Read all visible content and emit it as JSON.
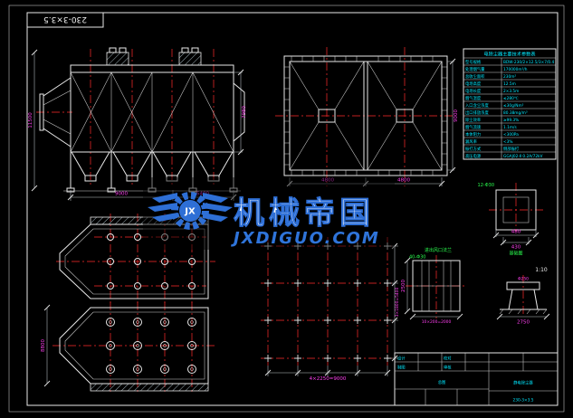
{
  "frame": {
    "corner_label": "230-3×3.5"
  },
  "watermark": {
    "brand": "机械帝国",
    "site": "JXDIGUO.COM",
    "logo_text": "JX"
  },
  "param_table": {
    "title": "电除尘器主要技术参数表",
    "rows": [
      {
        "label": "型号规格",
        "value": "BDW-230/2×12.5/3×7/0.4"
      },
      {
        "label": "处理烟气量",
        "value": "170000m³/h"
      },
      {
        "label": "总收尘面积",
        "value": "230m²"
      },
      {
        "label": "电场高度",
        "value": "12.5m"
      },
      {
        "label": "电场长度",
        "value": "2×3.5m"
      },
      {
        "label": "烟气温度",
        "value": "≤280℃"
      },
      {
        "label": "入口含尘浓度",
        "value": "≤30g/Nm³"
      },
      {
        "label": "出口排放浓度",
        "value": "80.38mg/m³"
      },
      {
        "label": "除尘效率",
        "value": "≥99.3%"
      },
      {
        "label": "烟气流速",
        "value": "1.1m/s"
      },
      {
        "label": "本体阻力",
        "value": "<300Pa"
      },
      {
        "label": "漏风率",
        "value": "<3%"
      },
      {
        "label": "振打方式",
        "value": "侧部振打"
      },
      {
        "label": "高压电源",
        "value": "GGAJ02-Ⅱ 0.2A/72kV"
      }
    ]
  },
  "elevation": {
    "dim_w1": "9000",
    "dim_w2": "5400",
    "dim_h_right": "7980",
    "dim_h_left": "11500"
  },
  "plan": {
    "dim_w1": "4800",
    "dim_w2": "4800",
    "dim_h_right": "9000"
  },
  "left_views": {
    "dim_h": "8800"
  },
  "grid": {
    "dim_bottom": "4×2250=9000",
    "dim_right": "3×1800=5400"
  },
  "detail_a": {
    "note": "12-Φ30",
    "dim1": "480",
    "dim2": "430",
    "label": "基础图"
  },
  "detail_b": {
    "label": "进出风口法兰",
    "note": "40-Φ30",
    "dim_h": "2500",
    "dim_bottom": "10×200=2000"
  },
  "detail_c": {
    "scale": "1:10",
    "dim_top": "Φ250",
    "dim_bottom": "2750"
  },
  "title_block": {
    "drawing_title": "总图",
    "product_name": "静电除尘器",
    "model": "230-3×3.5",
    "sig1": "设计",
    "sig2": "制图",
    "sig3": "校对",
    "sig4": "审核"
  }
}
